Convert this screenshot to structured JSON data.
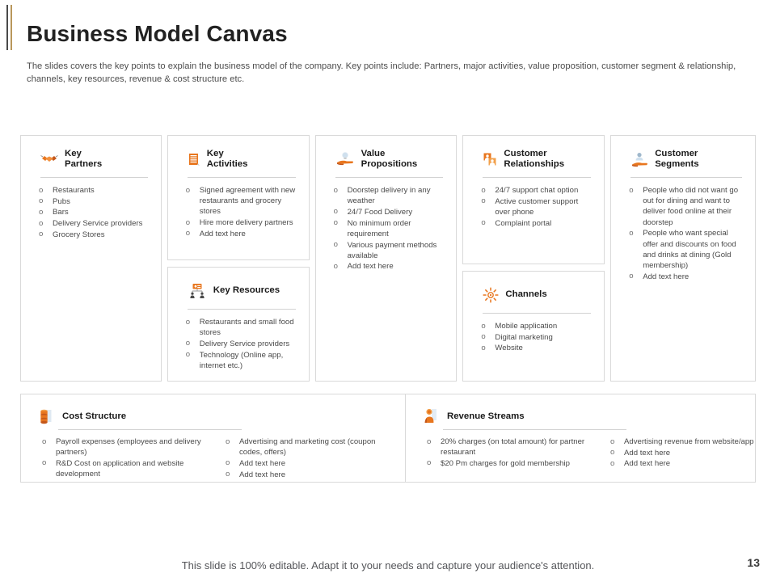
{
  "header": {
    "title": "Business Model Canvas",
    "subtitle": "The slides covers the key points to explain the business model of the company. Key points include: Partners, major activities, value proposition, customer segment & relationship, channels, key resources, revenue & cost structure etc."
  },
  "colors": {
    "accent_orange": "#E8761E",
    "accent_orange_light": "#F2A04B",
    "border": "#d9d9d9",
    "text": "#4a4a4a",
    "title": "#222222",
    "bar_dark": "#4a4a4a",
    "bar_tan": "#b9975b"
  },
  "canvas": {
    "key_partners": {
      "title": "Key\nPartners",
      "icon": "handshake-icon",
      "items": [
        "Restaurants",
        "Pubs",
        "Bars",
        "Delivery Service providers",
        "Grocery Stores"
      ]
    },
    "key_activities": {
      "title": "Key\nActivities",
      "icon": "document-list-icon",
      "items": [
        "Signed agreement with new restaurants and grocery stores",
        "Hire more delivery partners",
        "Add text here"
      ]
    },
    "key_resources": {
      "title": "Key Resources",
      "icon": "org-chart-people-icon",
      "items": [
        "Restaurants and small food stores",
        "Delivery Service providers",
        "Technology (Online app, internet etc.)"
      ]
    },
    "value_propositions": {
      "title": "Value\nPropositions",
      "icon": "hand-idea-icon",
      "items": [
        "Doorstep delivery in any weather",
        "24/7 Food Delivery",
        "No minimum order requirement",
        "Various payment methods available",
        "Add text here"
      ]
    },
    "customer_relationships": {
      "title": "Customer\nRelationships",
      "icon": "people-connect-icon",
      "items": [
        "24/7 support chat option",
        "Active customer support over phone",
        "Complaint portal"
      ]
    },
    "channels": {
      "title": "Channels",
      "icon": "sun-radial-icon",
      "items": [
        "Mobile application",
        "Digital marketing",
        "Website"
      ]
    },
    "customer_segments": {
      "title": "Customer\nSegments",
      "icon": "person-group-icon",
      "items": [
        "People who did not want go out for dining and want to deliver food online at their doorstep",
        "People who want special offer and discounts on food and drinks at dining (Gold membership)",
        "Add text here"
      ]
    }
  },
  "bottom": {
    "cost_structure": {
      "title": "Cost Structure",
      "icon": "money-stack-icon",
      "column_left": [
        "Payroll expenses (employees and delivery partners)",
        "R&D Cost on application and website development"
      ],
      "column_right": [
        "Advertising and marketing cost (coupon codes, offers)",
        "Add text here",
        "Add text here"
      ]
    },
    "revenue_streams": {
      "title": "Revenue Streams",
      "icon": "coin-hand-icon",
      "column_left": [
        "20% charges (on total amount) for partner restaurant",
        "$20 Pm charges for gold membership"
      ],
      "column_right": [
        "Advertising revenue from website/app",
        "Add text here",
        "Add text here"
      ]
    }
  },
  "footer": {
    "note": "This slide is 100% editable. Adapt it to your needs and capture your audience's attention.",
    "page_number": "13"
  }
}
